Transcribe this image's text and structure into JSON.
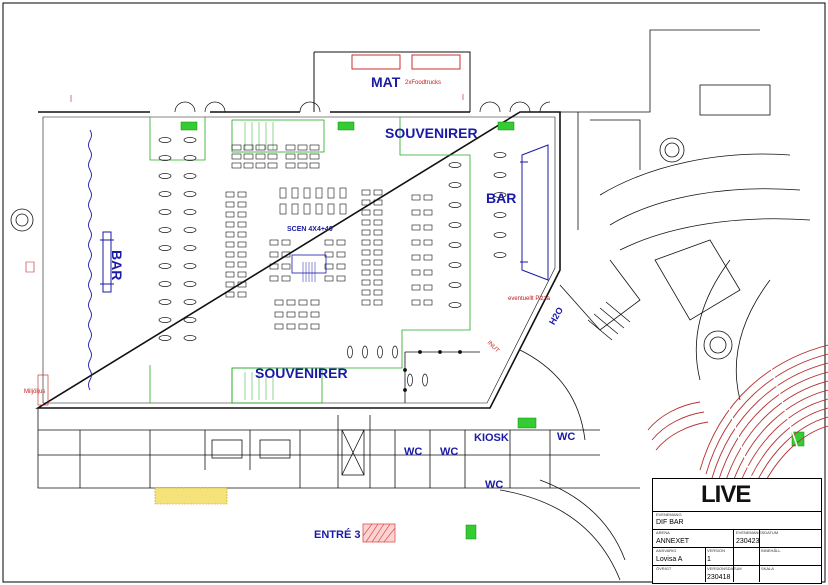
{
  "labels": {
    "mat": "MAT",
    "foodtrucks": "2xFoodtrucks",
    "souvenirer_top": "SOUVENIRER",
    "souvenirer_bottom": "SOUVENIRER",
    "bar_right": "BAR",
    "bar_left": "BAR",
    "scen": "SCEN 4X4+40",
    "h2o": "H2O",
    "inut": "INUT",
    "pizza": "eventuellt Pizza",
    "miljojus": "Miljöljus",
    "kiosk": "KIOSK",
    "wc_1": "WC",
    "wc_2": "WC",
    "wc_3": "WC",
    "wc_4": "WC",
    "entre": "ENTRÉ 3"
  },
  "title_block": {
    "logo": "LIVE",
    "event_caption": "EVENEMANG",
    "event": "DIF BAR",
    "arena_caption": "ARENA",
    "arena": "ANNEXET",
    "eventdate_caption": "EVENEMANGSDATUM",
    "eventdate": "230423",
    "owner_caption": "ANSVARIG",
    "owner": "Lovisa A",
    "version_caption": "VERSION",
    "version": "1",
    "contents_caption": "INNEHÅLL",
    "other_caption": "ÖVRIGT",
    "versiondate_caption": "VERSIONSDATUM",
    "versiondate": "230418",
    "scale_caption": "SKALA"
  },
  "colors": {
    "line": "#111111",
    "hall_outline": "#22aa22",
    "labels": "#1a1aa6",
    "annotation": "#c41a1a",
    "green_marker": "#33cc33",
    "entrance_hatch": "#e05050",
    "yellow_zone": "#f5e27a",
    "seats": "#b83232"
  }
}
